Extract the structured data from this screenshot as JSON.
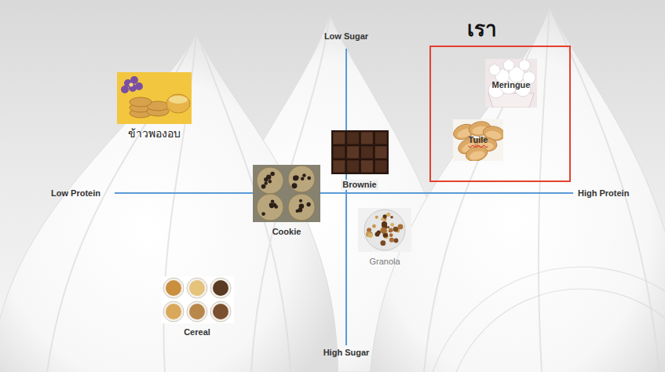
{
  "diagram": {
    "nodes": [
      {
        "text": [
          "เรา"
        ]
      },
      {
        "text": [
          "Meringue"
        ],
        "in": 0
      },
      {
        "text": [
          "Tuile"
        ],
        "in": 0
      },
      {
        "text": [
          "ข้าวพองอบ"
        ]
      },
      {
        "text": [
          "Brownie"
        ]
      },
      {
        "text": [
          "Cookie"
        ]
      },
      {
        "text": [
          "Granola"
        ]
      },
      {
        "text": [
          "Cereal"
        ]
      }
    ],
    "labels": [
      "Low Sugar",
      "Low Protein",
      "High Protein",
      "High Sugar"
    ]
  }
}
